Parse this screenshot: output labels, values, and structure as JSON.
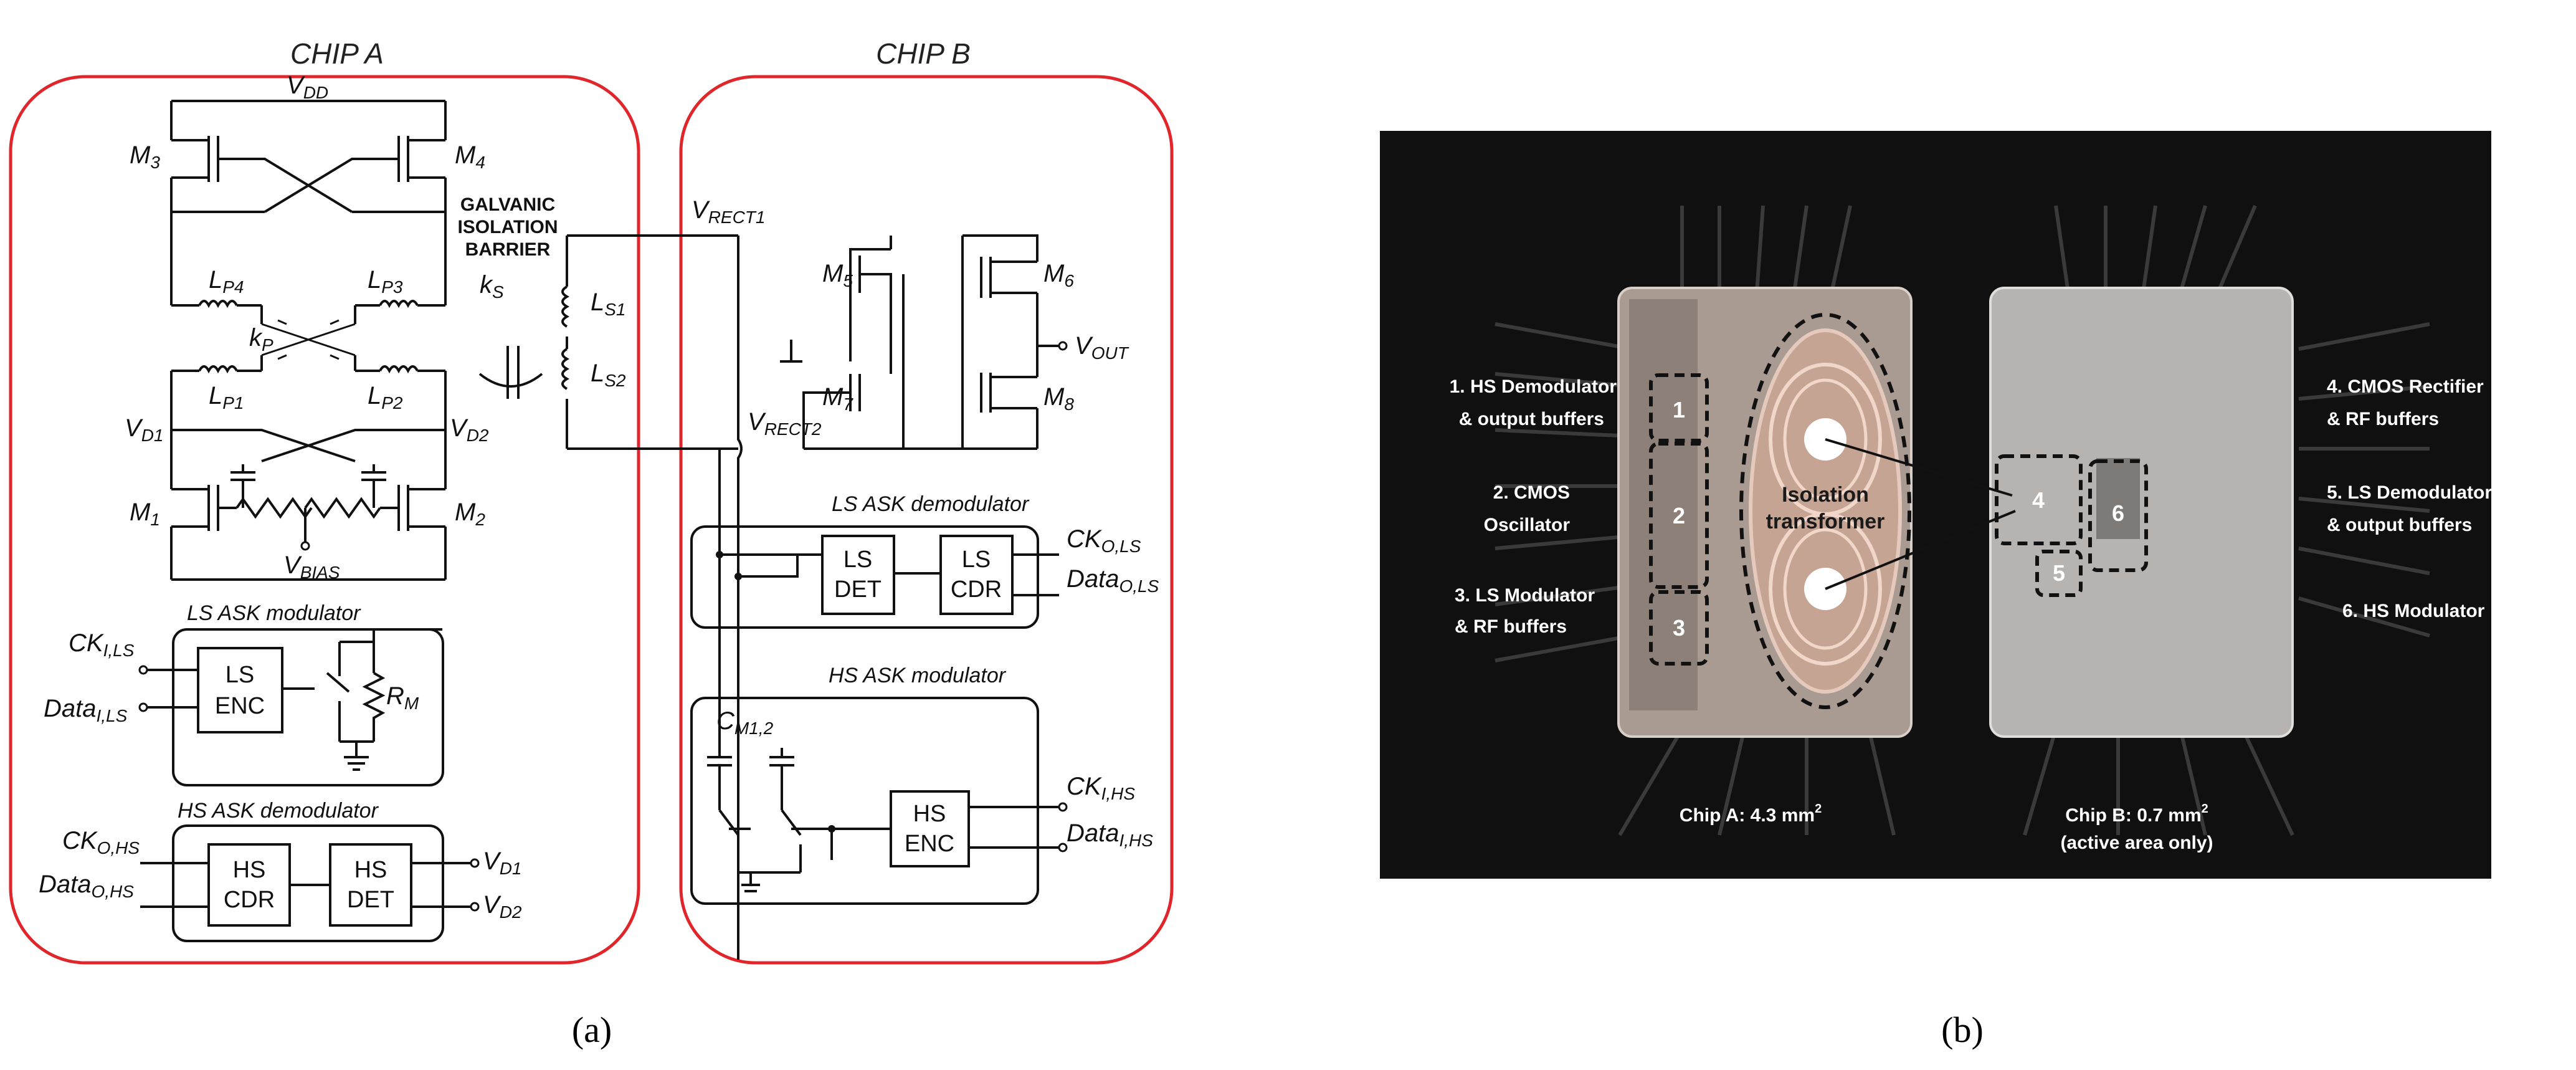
{
  "schematic": {
    "chip_a_title": "CHIP A",
    "chip_b_title": "CHIP B",
    "vdd": "V",
    "vdd_sub": "DD",
    "m3": "M",
    "m3_sub": "3",
    "m4": "M",
    "m4_sub": "4",
    "m1": "M",
    "m1_sub": "1",
    "m2": "M",
    "m2_sub": "2",
    "m5": "M",
    "m5_sub": "5",
    "m6": "M",
    "m6_sub": "6",
    "m7": "M",
    "m7_sub": "7",
    "m8": "M",
    "m8_sub": "8",
    "lp4": "L",
    "lp4_sub": "P4",
    "lp3": "L",
    "lp3_sub": "P3",
    "lp1": "L",
    "lp1_sub": "P1",
    "lp2": "L",
    "lp2_sub": "P2",
    "ls1": "L",
    "ls1_sub": "S1",
    "ls2": "L",
    "ls2_sub": "S2",
    "kp": "k",
    "kp_sub": "P",
    "ks": "k",
    "ks_sub": "S",
    "vd1": "V",
    "vd1_sub": "D1",
    "vd2": "V",
    "vd2_sub": "D2",
    "vbias": "V",
    "vbias_sub": "BIAS",
    "vrect1": "V",
    "vrect1_sub": "RECT1",
    "vrect2": "V",
    "vrect2_sub": "RECT2",
    "vout": "V",
    "vout_sub": "OUT",
    "barrier_line1": "GALVANIC",
    "barrier_line2": "ISOLATION",
    "barrier_line3": "BARRIER",
    "ls_mod_title": "LS ASK modulator",
    "ls_enc_line1": "LS",
    "ls_enc_line2": "ENC",
    "rm": "R",
    "rm_sub": "M",
    "ck_i_ls": "CK",
    "ck_i_ls_sub": "I,LS",
    "data_i_ls": "Data",
    "data_i_ls_sub": "I,LS",
    "hs_demod_title": "HS ASK demodulator",
    "hs_cdr_line1": "HS",
    "hs_cdr_line2": "CDR",
    "hs_det_line1": "HS",
    "hs_det_line2": "DET",
    "ck_o_hs": "CK",
    "ck_o_hs_sub": "O,HS",
    "data_o_hs": "Data",
    "data_o_hs_sub": "O,HS",
    "vd1_b": "V",
    "vd1_b_sub": "D1",
    "vd2_b": "V",
    "vd2_b_sub": "D2",
    "ls_demod_title": "LS ASK demodulator",
    "ls_det_line1": "LS",
    "ls_det_line2": "DET",
    "ls_cdr_line1": "LS",
    "ls_cdr_line2": "CDR",
    "ck_o_ls": "CK",
    "ck_o_ls_sub": "O,LS",
    "data_o_ls": "Data",
    "data_o_ls_sub": "O,LS",
    "hs_mod_title": "HS ASK modulator",
    "cm12": "C",
    "cm12_sub": "M1,2",
    "hs_enc_line1": "HS",
    "hs_enc_line2": "ENC",
    "ck_i_hs": "CK",
    "ck_i_hs_sub": "I,HS",
    "data_i_hs": "Data",
    "data_i_hs_sub": "I,HS"
  },
  "photo": {
    "label_1a": "1. HS Demodulator",
    "label_1b": "& output buffers",
    "label_2a": "2. CMOS",
    "label_2b": "Oscillator",
    "label_3a": "3. LS Modulator",
    "label_3b": "& RF buffers",
    "label_4a": "4. CMOS Rectifier",
    "label_4b": "& RF buffers",
    "label_5a": "5. LS Demodulator",
    "label_5b": "& output buffers",
    "label_6": "6. HS Modulator",
    "iso_a": "Isolation",
    "iso_b": "transformer",
    "box1": "1",
    "box2": "2",
    "box3": "3",
    "box4": "4",
    "box5": "5",
    "box6": "6",
    "chip_a_area": "Chip A: 4.3 mm",
    "chip_a_sup": "2",
    "chip_b_area": "Chip B: 0.7 mm",
    "chip_b_sup": "2",
    "chip_b_note": "(active area only)"
  },
  "captions": {
    "a": "(a)",
    "b": "(b)"
  },
  "colors": {
    "chip_outline": "#e0262b",
    "photo_bg": "#101010"
  }
}
